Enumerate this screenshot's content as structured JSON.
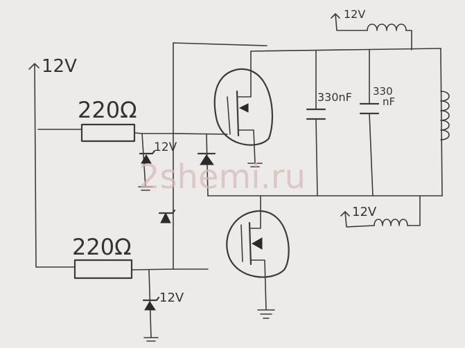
{
  "labels": {
    "v12_left": "12V",
    "r1": "220Ω",
    "r2": "220Ω",
    "z1": "12V",
    "z2": "12V",
    "v12_top": "12V",
    "v12_bottom": "12V",
    "c1": "330nF",
    "c2_top": "330",
    "c2_bottom": "nF"
  },
  "watermark": "2shemi.ru"
}
